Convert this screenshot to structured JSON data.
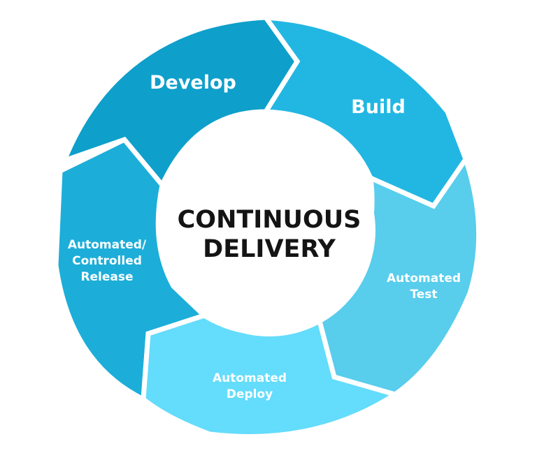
{
  "center": {
    "line1": "CONTINUOUS",
    "line2": "DELIVERY"
  },
  "stages": {
    "develop": {
      "label": "Develop",
      "color": "#0e9fcb"
    },
    "build": {
      "label": "Build",
      "color": "#22b7e2"
    },
    "test": {
      "line1": "Automated",
      "line2": "Test",
      "color": "#58cdec"
    },
    "deploy": {
      "line1": "Automated",
      "line2": "Deploy",
      "color": "#64dcfb"
    },
    "release": {
      "line1": "Automated/",
      "line2": "Controlled",
      "line3": "Release",
      "color": "#1caed9"
    }
  }
}
